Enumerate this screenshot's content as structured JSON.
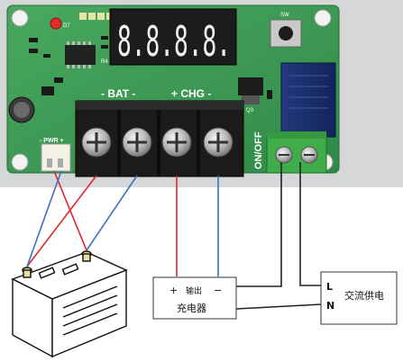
{
  "board": {
    "display_digits": "8.8.8.8.",
    "bat_label": "- BAT -",
    "chg_label": "+ CHG -",
    "onoff_label": "ON/OFF",
    "sw_label": "SW",
    "pwr_label": "- PWR +",
    "q3_label": "Q3",
    "r4_label": "R4",
    "d7_label": "D7"
  },
  "charger": {
    "plus": "+",
    "output": "输出",
    "minus": "−",
    "name": "充电器"
  },
  "ac_supply": {
    "l": "L",
    "n": "N",
    "name": "交流供电"
  },
  "colors": {
    "pcb_green": "#3f9a55",
    "red_wire": "#e02828",
    "blue_wire": "#3a72c4",
    "black_wire": "#222222",
    "terminal_green": "#3fae4a",
    "relay_blue": "#1c2f6a"
  }
}
